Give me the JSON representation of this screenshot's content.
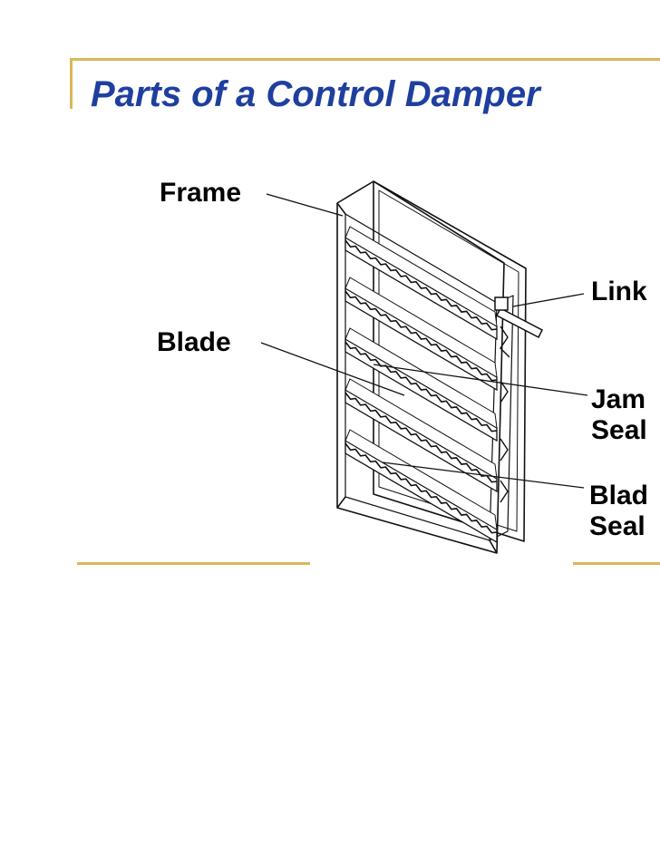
{
  "slide": {
    "title": "Parts of a Control Damper",
    "accent_color": "#1f3f9f",
    "rule_color": "#d9b75a"
  },
  "labels": {
    "frame": "Frame",
    "blade": "Blade",
    "linkage": "Link",
    "jamb_seal": "Jam\nSeal",
    "blade_seal": "Blad\nSeal"
  }
}
